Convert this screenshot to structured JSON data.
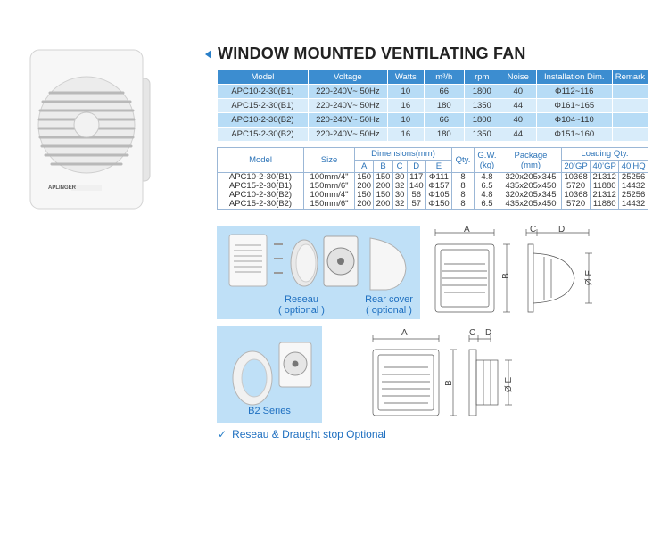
{
  "title": "WINDOW MOUNTED VENTILATING FAN",
  "photo": {
    "brand_text": "APLINGER"
  },
  "spec_table": {
    "headers": [
      "Model",
      "Voltage",
      "Watts",
      "m³/h",
      "rpm",
      "Noise",
      "Installation Dim.",
      "Remark"
    ],
    "rows": [
      [
        "APC10-2-30(B1)",
        "220-240V~ 50Hz",
        "10",
        "66",
        "1800",
        "40",
        "Φ112~116",
        ""
      ],
      [
        "APC15-2-30(B1)",
        "220-240V~ 50Hz",
        "16",
        "180",
        "1350",
        "44",
        "Φ161~165",
        ""
      ],
      [
        "APC10-2-30(B2)",
        "220-240V~ 50Hz",
        "10",
        "66",
        "1800",
        "40",
        "Φ104~110",
        ""
      ],
      [
        "APC15-2-30(B2)",
        "220-240V~ 50Hz",
        "16",
        "180",
        "1350",
        "44",
        "Φ151~160",
        ""
      ]
    ]
  },
  "dims_table": {
    "model_label": "Model",
    "size_label": "Size",
    "dimensions_label": "Dimensions(mm)",
    "dim_cols": [
      "A",
      "B",
      "C",
      "D",
      "E"
    ],
    "qty_label": "Qty.",
    "gw_label": "G.W.",
    "gw_unit": "(kg)",
    "package_label": "Package",
    "package_unit": "(mm)",
    "loading_label": "Loading Qty.",
    "loading_cols": [
      "20’GP",
      "40’GP",
      "40’HQ"
    ],
    "rows": [
      [
        "APC10-2-30(B1)",
        "100mm/4\"",
        "150",
        "150",
        "30",
        "117",
        "Φ111",
        "8",
        "4.8",
        "320x205x345",
        "10368",
        "21312",
        "25256"
      ],
      [
        "APC15-2-30(B1)",
        "150mm/6\"",
        "200",
        "200",
        "32",
        "140",
        "Φ157",
        "8",
        "6.5",
        "435x205x450",
        "5720",
        "11880",
        "14432"
      ],
      [
        "APC10-2-30(B2)",
        "100mm/4\"",
        "150",
        "150",
        "30",
        "56",
        "Φ105",
        "8",
        "4.8",
        "320x205x345",
        "10368",
        "21312",
        "25256"
      ],
      [
        "APC15-2-30(B2)",
        "150mm/6\"",
        "200",
        "200",
        "32",
        "57",
        "Φ150",
        "8",
        "6.5",
        "435x205x450",
        "5720",
        "11880",
        "14432"
      ]
    ]
  },
  "panel1": {
    "reseau": "Reseau",
    "reseau_opt": "( optional )",
    "rear": "Rear cover",
    "rear_opt": "( optional )"
  },
  "panel2": {
    "label": "B2 Series"
  },
  "drawing_labels": {
    "a": "A",
    "b": "B",
    "c": "C",
    "d": "D",
    "e": "Ø E"
  },
  "note": "Reseau & Draught stop Optional"
}
